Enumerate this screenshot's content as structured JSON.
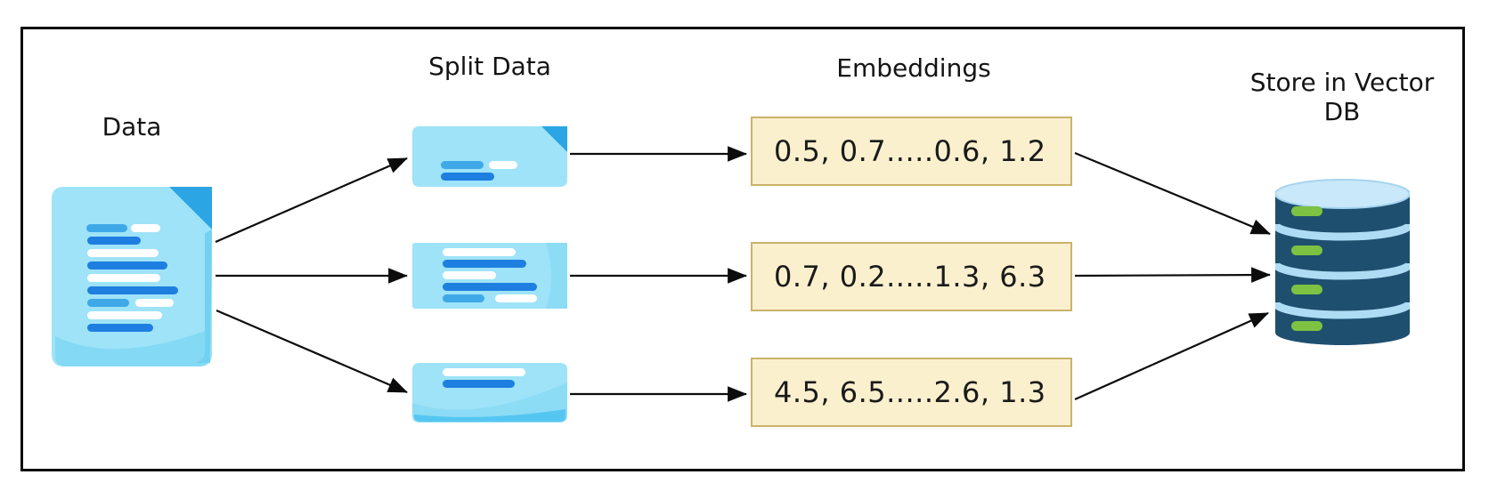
{
  "stages": {
    "data": {
      "label": "Data"
    },
    "split": {
      "label": "Split Data"
    },
    "embeddings": {
      "label": "Embeddings",
      "vectors": [
        "0.5, 0.7.....0.6, 1.2",
        "0.7, 0.2.....1.3, 6.3",
        "4.5, 6.5.....2.6, 1.3"
      ]
    },
    "store": {
      "label": "Store in Vector DB"
    }
  },
  "icons": {
    "data": "document-icon",
    "split": "document-chunk-icon",
    "store": "database-cylinder-icon",
    "connector": "arrow-icon"
  },
  "colors": {
    "border": "#0c0c0c",
    "document_fill": "#9EE3F8",
    "document_shade": "#7FD7F3",
    "document_fold": "#2BA5E3",
    "text_line_blue_dark": "#1E7FE0",
    "text_line_blue": "#3FA9E8",
    "text_line_white": "#FFFFFF",
    "embedding_box_fill": "#FBF0CE",
    "embedding_box_border": "#C9B36A",
    "db_body": "#1F4F6E",
    "db_top_cap": "#C9E8FA",
    "db_separator": "#AEDCF5",
    "db_led_green": "#7DC242",
    "arrow": "#0c0c0c",
    "label_text": "#141414"
  }
}
